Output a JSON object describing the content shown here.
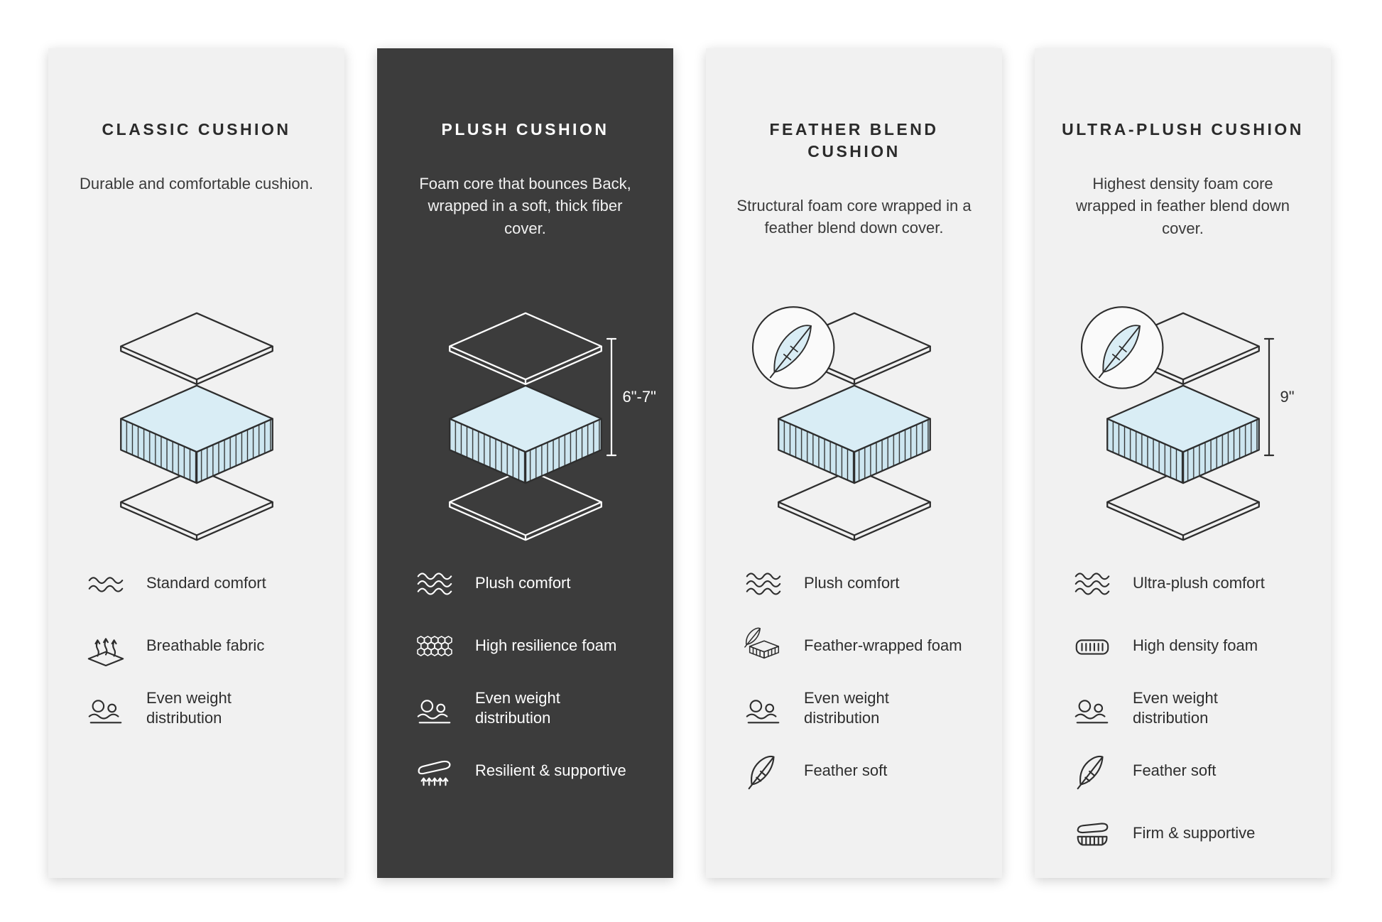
{
  "colors": {
    "page_bg": "#ffffff",
    "card_light_bg": "#f1f1f1",
    "card_dark_bg": "#3c3c3c",
    "ink": "#2e2e2e",
    "foam_top": "#d9edf5",
    "foam_side": "#cde6f0"
  },
  "cards": [
    {
      "title": "CLASSIC CUSHION",
      "description": "Durable and comfortable cushion.",
      "theme": "light",
      "diagram": {
        "feather_badge": false,
        "height_label": ""
      },
      "features": [
        {
          "icon": "waves-icon",
          "label": "Standard comfort"
        },
        {
          "icon": "breathable-fabric-icon",
          "label": "Breathable fabric"
        },
        {
          "icon": "even-weight-icon",
          "label": "Even weight distribution"
        }
      ]
    },
    {
      "title": "PLUSH CUSHION",
      "description": "Foam core that bounces Back, wrapped in a soft, thick fiber cover.",
      "theme": "dark",
      "diagram": {
        "feather_badge": false,
        "height_label": "6\"-7\""
      },
      "features": [
        {
          "icon": "waves-icon",
          "label": "Plush comfort"
        },
        {
          "icon": "resilience-foam-icon",
          "label": "High resilience foam"
        },
        {
          "icon": "even-weight-icon",
          "label": "Even weight distribution"
        },
        {
          "icon": "resilient-supportive-icon",
          "label": "Resilient & supportive"
        }
      ]
    },
    {
      "title": "FEATHER BLEND CUSHION",
      "description": "Structural foam core wrapped in a feather blend down cover.",
      "theme": "light",
      "diagram": {
        "feather_badge": true,
        "height_label": ""
      },
      "features": [
        {
          "icon": "waves-icon",
          "label": "Plush comfort"
        },
        {
          "icon": "feather-wrapped-foam-icon",
          "label": "Feather-wrapped foam"
        },
        {
          "icon": "even-weight-icon",
          "label": "Even weight distribution"
        },
        {
          "icon": "feather-icon",
          "label": "Feather soft"
        }
      ]
    },
    {
      "title": "ULTRA-PLUSH CUSHION",
      "description": "Highest density foam core wrapped in feather blend down cover.",
      "theme": "light",
      "diagram": {
        "feather_badge": true,
        "height_label": "9\""
      },
      "features": [
        {
          "icon": "waves-icon",
          "label": "Ultra-plush comfort"
        },
        {
          "icon": "density-foam-icon",
          "label": "High density foam"
        },
        {
          "icon": "even-weight-icon",
          "label": "Even weight distribution"
        },
        {
          "icon": "feather-icon",
          "label": "Feather soft"
        },
        {
          "icon": "firm-supportive-icon",
          "label": "Firm & supportive"
        }
      ]
    }
  ]
}
